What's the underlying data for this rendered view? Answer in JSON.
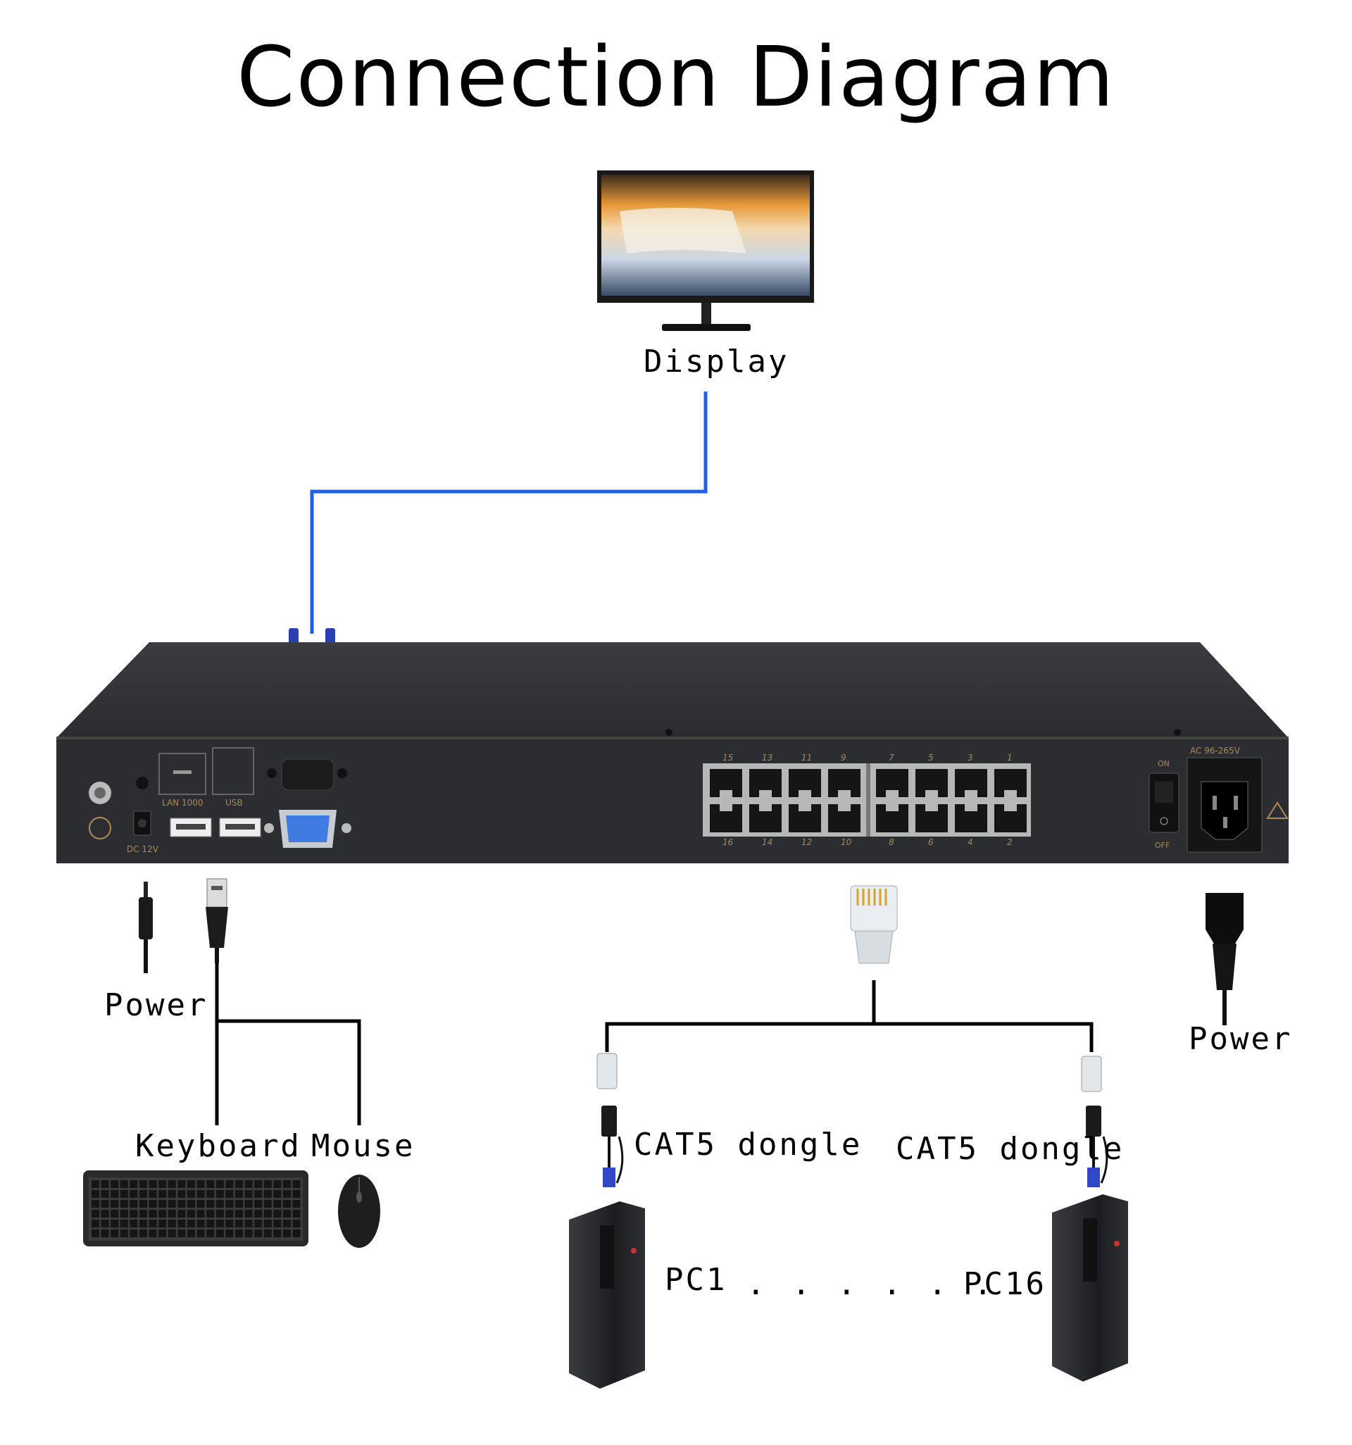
{
  "title": "Connection Diagram",
  "labels": {
    "display": "Display",
    "power_left": "Power",
    "power_right": "Power",
    "keyboard": "Keyboard",
    "mouse": "Mouse",
    "dongle_left": "CAT5 dongle",
    "dongle_right": "CAT5 dongle",
    "pc_first": "PC1",
    "pc_last": "PC16",
    "ellipsis": "......"
  },
  "device": {
    "lan_label": "LAN 1000",
    "usb_label": "USB",
    "dc_label": "DC 12V",
    "ac_label": "AC 96-265V",
    "switch_on": "ON",
    "switch_off": "OFF",
    "port_numbers_top": [
      "15",
      "13",
      "11",
      "9",
      "7",
      "5",
      "3",
      "1"
    ],
    "port_numbers_bottom": [
      "16",
      "14",
      "12",
      "10",
      "8",
      "6",
      "4",
      "2"
    ]
  },
  "colors": {
    "vga_cable": "#1e5fe6",
    "line": "#000000",
    "chassis": "#2b2d31"
  }
}
